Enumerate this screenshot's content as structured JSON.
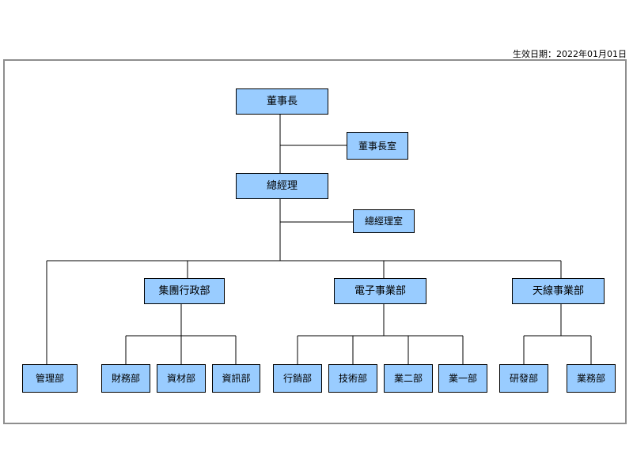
{
  "header": {
    "effective_date": "生效日期：2022年01月01日"
  },
  "org": {
    "chairman": "董事長",
    "chairman_office": "董事長室",
    "gm": "總經理",
    "gm_office": "總經理室",
    "mgmt": "管理部",
    "group_admin": "集團行政部",
    "electronics": "電子事業部",
    "antenna": "天線事業部",
    "finance": "財務部",
    "materials": "資材部",
    "it": "資訊部",
    "marketing": "行銷部",
    "tech": "技術部",
    "biz2": "業二部",
    "biz1": "業一部",
    "rd": "研發部",
    "business": "業務部"
  }
}
